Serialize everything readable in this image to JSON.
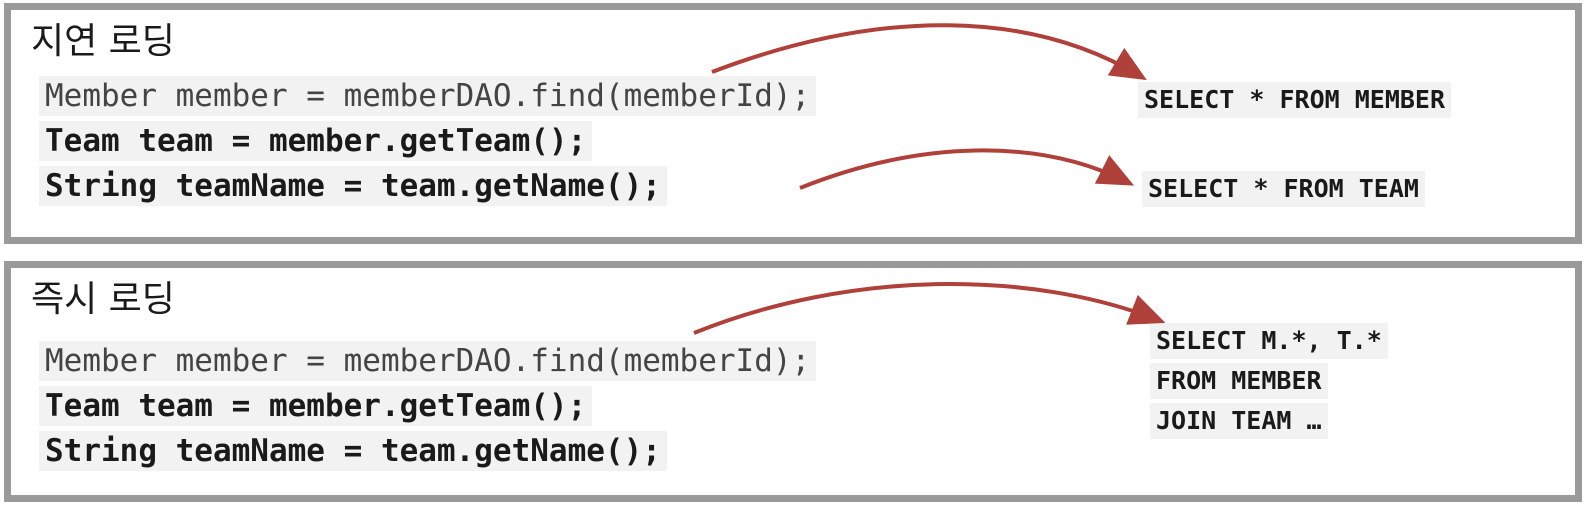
{
  "panels": {
    "lazy": {
      "title": "지연 로딩",
      "code": [
        "Member member = memberDAO.find(memberId);",
        "Team team = member.getTeam();",
        "String teamName = team.getName();"
      ],
      "sql": [
        "SELECT * FROM MEMBER",
        "SELECT * FROM TEAM"
      ]
    },
    "eager": {
      "title": "즉시 로딩",
      "code": [
        "Member member = memberDAO.find(memberId);",
        "Team team = member.getTeam();",
        "String teamName = team.getName();"
      ],
      "sql": [
        "SELECT M.*, T.*",
        "FROM MEMBER",
        "JOIN TEAM …"
      ]
    }
  },
  "colors": {
    "arrow": "#b0403a",
    "border": "#9a9a9a",
    "code_bg": "#f2f2f2"
  }
}
